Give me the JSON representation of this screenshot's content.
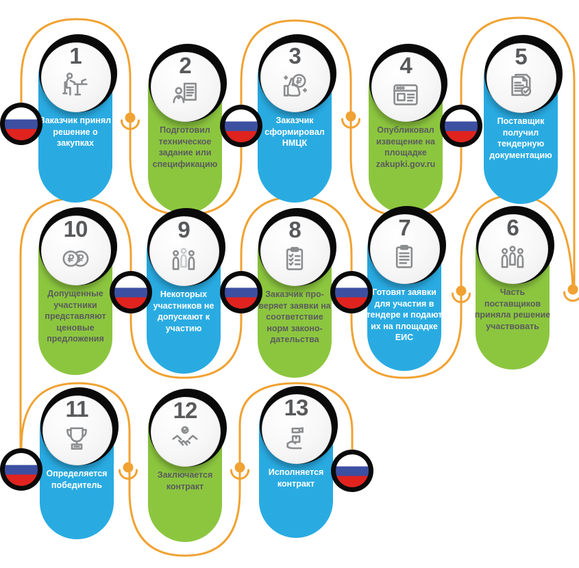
{
  "steps": [
    {
      "number": "1",
      "color": "blue",
      "icon": "person-at-desk-icon",
      "text": "Заказчик принял решение о закупках"
    },
    {
      "number": "2",
      "color": "green",
      "icon": "person-document-icon",
      "text": "Подготовил техническое задание или спецификацию"
    },
    {
      "number": "3",
      "color": "blue",
      "icon": "thumb-up-ruble-icon",
      "text": "Заказчик сформировал НМЦК"
    },
    {
      "number": "4",
      "color": "green",
      "icon": "browser-window-icon",
      "text": "Опубликовал извещение на площадке zakupki.gov.ru"
    },
    {
      "number": "5",
      "color": "blue",
      "icon": "document-check-icon",
      "text": "Поставщик получил тендерную документацию"
    },
    {
      "number": "6",
      "color": "green",
      "icon": "three-people-icon",
      "text": "Часть поставщиков приняла решение участвовать"
    },
    {
      "number": "7",
      "color": "blue",
      "icon": "clipboard-icon",
      "text": "Готовят заявки для участия в тендере и подают их на площадке ЕИС"
    },
    {
      "number": "8",
      "color": "green",
      "icon": "clipboard-checklist-icon",
      "text": "Заказчик про-веряет заявки на соответствие норм законо-дательства"
    },
    {
      "number": "9",
      "color": "blue",
      "icon": "three-people-excluded-icon",
      "text": "Некоторых участников не допускают к участию"
    },
    {
      "number": "10",
      "color": "green",
      "icon": "ruble-coins-icon",
      "text": "Допущенные участники представляют ценовые предложения"
    },
    {
      "number": "11",
      "color": "blue",
      "icon": "trophy-icon",
      "text": "Определяется победитель"
    },
    {
      "number": "12",
      "color": "green",
      "icon": "handshake-check-icon",
      "text": "Заключается контракт"
    },
    {
      "number": "13",
      "color": "blue",
      "icon": "delivery-hands-icon",
      "text": "Исполняется контракт"
    }
  ],
  "flag_marker_name": "russian-flag",
  "flag_count": 8,
  "colors": {
    "blue": "#29ABE2",
    "green": "#8CC63F",
    "orange": "#F0A232",
    "number_gray": "#58595B",
    "icon_gray": "#8A8C8E",
    "icon_faded": "#C9CBCD",
    "flag_blue": "#3D4FA1",
    "flag_red": "#E0231E",
    "ring_black": "#0A0A0A"
  }
}
